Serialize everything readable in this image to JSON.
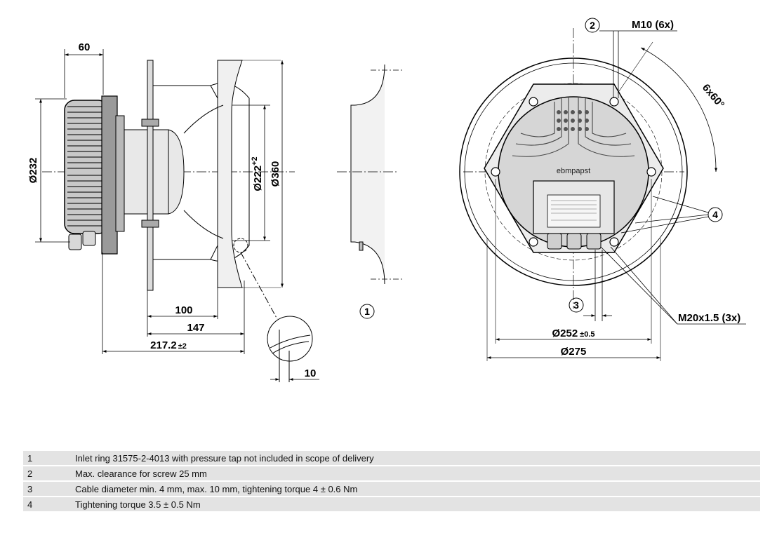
{
  "side_view": {
    "dims": {
      "width_60": "60",
      "dia_232": "Ø232",
      "dia_222": "Ø222",
      "dia_222_tol": "+2",
      "dia_360": "Ø360",
      "len_100": "100",
      "len_147": "147",
      "len_217": "217.2",
      "len_217_tol": "±2",
      "detail_10": "10"
    }
  },
  "inlet_ring": {
    "callout": "1"
  },
  "front_view": {
    "logo": "ebmpapst",
    "callouts": {
      "c2": "2",
      "c3": "3",
      "c4": "4"
    },
    "labels": {
      "m10": "M10 (6x)",
      "angle": "6x60°",
      "m20": "M20x1.5 (3x)",
      "dia_252": "Ø252",
      "dia_252_tol": "±0.5",
      "dia_275": "Ø275"
    }
  },
  "legend": {
    "rows": [
      {
        "num": "1",
        "text": "Inlet ring 31575-2-4013 with pressure tap not included in scope of delivery"
      },
      {
        "num": "2",
        "text": "Max. clearance for screw 25 mm"
      },
      {
        "num": "3",
        "text": "Cable diameter min. 4 mm, max. 10 mm, tightening torque 4 ± 0.6 Nm"
      },
      {
        "num": "4",
        "text": "Tightening torque 3.5 ± 0.5 Nm"
      }
    ]
  }
}
